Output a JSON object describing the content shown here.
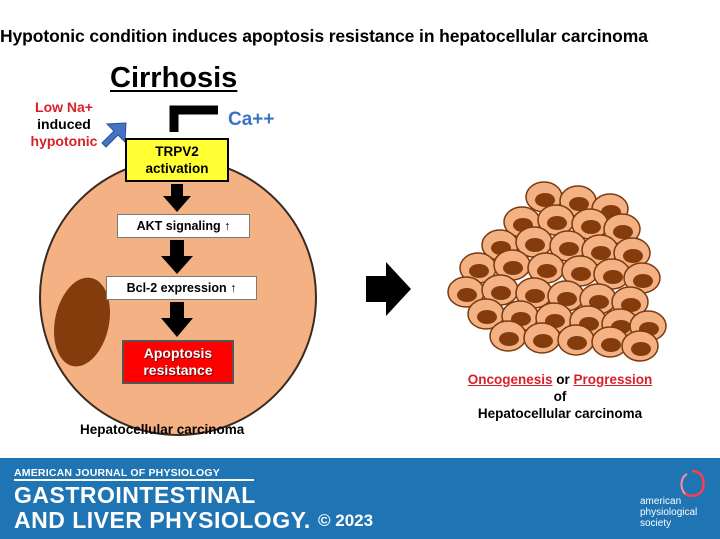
{
  "title": "Hypotonic condition induces apoptosis resistance in hepatocellular carcinoma",
  "cirrhosis": "Cirrhosis",
  "stimulus": {
    "line1": "Low Na+",
    "line2": "induced",
    "line3": "hypotonic"
  },
  "calcium": "Ca++",
  "steps": {
    "trpv2": [
      "TRPV2",
      "activation"
    ],
    "akt": "AKT signaling ↑",
    "bcl2": "Bcl-2 expression ↑",
    "apoptosis": [
      "Apoptosis",
      "resistance"
    ]
  },
  "cell_label": "Hepatocellular carcinoma",
  "outcome": {
    "oncogenesis": "Oncogenesis",
    "or": " or ",
    "progression": "Progression",
    "of": "of",
    "target": "Hepatocellular carcinoma"
  },
  "footer": {
    "journal_small": "AMERICAN JOURNAL OF PHYSIOLOGY",
    "journal_line1": "GASTROINTESTINAL",
    "journal_line2": "AND LIVER PHYSIOLOGY.",
    "copyright": "© 2023",
    "society": [
      "american",
      "physiological",
      "society"
    ]
  },
  "colors": {
    "cell_fill": "#f4b183",
    "nucleus": "#843c0c",
    "trpv2_fill": "#ffff33",
    "apoptosis_fill": "#ff0000",
    "calcium_text": "#3a72c4",
    "stimulus_arrow": "#4472c4",
    "footer_bg": "#1f74b4",
    "accent_red": "#d8202a"
  }
}
